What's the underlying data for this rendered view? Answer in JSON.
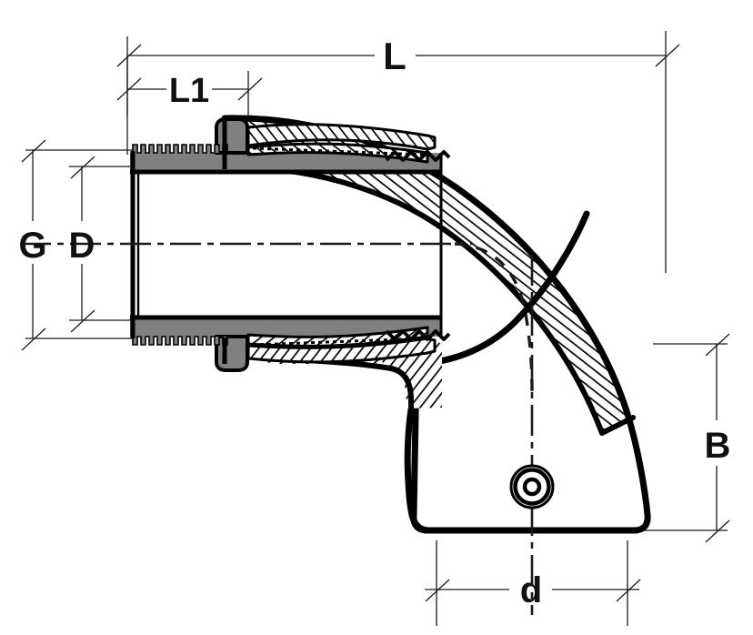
{
  "drawing": {
    "title": "90-degree threaded elbow fitting cross-section drawing",
    "background_color": "#ffffff",
    "line_color": "#000000",
    "thin_line_color": "#1a1a1a",
    "metal_fill_color": "#808080",
    "hatch_color": "#000000",
    "body_fill_color": "#ffffff"
  },
  "dimensions": {
    "overall_length": {
      "label": "L",
      "axis": "horizontal",
      "position": "top"
    },
    "thread_length": {
      "label": "L1",
      "axis": "horizontal",
      "position": "top"
    },
    "thread_outer_diameter": {
      "label": "G",
      "axis": "vertical",
      "position": "left-outer"
    },
    "bore_diameter": {
      "label": "D",
      "axis": "vertical",
      "position": "left-inner"
    },
    "center_to_face_vertical": {
      "label": "B",
      "axis": "vertical",
      "position": "right"
    },
    "socket_outer_diameter": {
      "label": "d",
      "axis": "horizontal",
      "position": "bottom"
    }
  },
  "labels": {
    "L": "L",
    "L1": "L1",
    "G": "G",
    "D": "D",
    "B": "B",
    "d": "d"
  },
  "features": {
    "male_thread": "external thread on horizontal leg",
    "section_hatch": "45-degree section hatching on elbow wall",
    "centerline_style": "dash-dot",
    "hidden_line_style": "dashed",
    "boss_marker": "concentric-circles-boss"
  }
}
